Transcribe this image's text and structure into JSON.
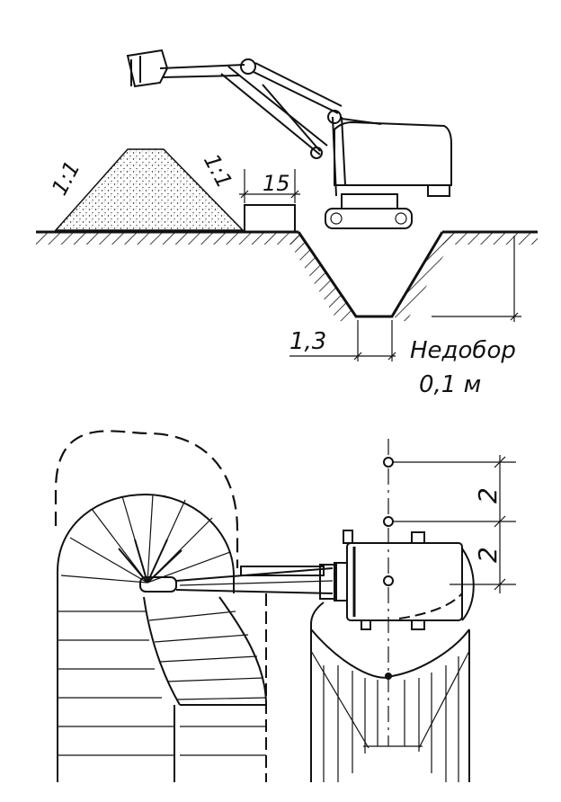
{
  "top_view": {
    "slope_left": "1:1",
    "slope_right": "1:1",
    "berm_width": "15",
    "bottom_width": "1,3",
    "underexcavation_label": "Недобор",
    "underexcavation_value": "0,1 м"
  },
  "plan_view": {
    "step_upper": "2",
    "step_lower": "2"
  },
  "colors": {
    "ink": "#111111",
    "background": "#ffffff"
  }
}
